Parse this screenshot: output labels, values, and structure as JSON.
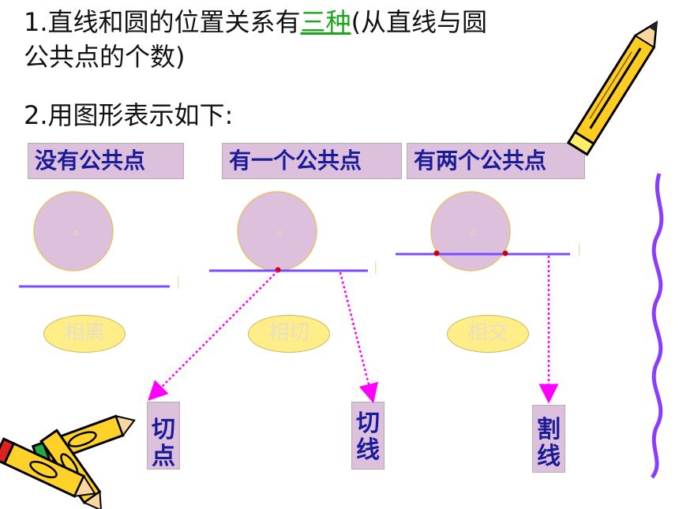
{
  "heading1": {
    "prefix": "1.直线和圆的位置关系有",
    "highlight": "三种",
    "suffix": "(从直线与圆",
    "line2": "公共点的个数)"
  },
  "heading2": "2.用图形表示如下:",
  "cases": [
    {
      "label": "没有公共点",
      "relation": "相离",
      "center": "o"
    },
    {
      "label": "有一个公共点",
      "relation": "相切",
      "center": "o"
    },
    {
      "label": "有两个公共点",
      "relation": "相交",
      "center": "o"
    }
  ],
  "terms": [
    {
      "chars": [
        "切",
        "点"
      ]
    },
    {
      "chars": [
        "切",
        "线"
      ]
    },
    {
      "chars": [
        "割",
        "线"
      ]
    }
  ],
  "line_marks": [
    "l",
    "l",
    "l"
  ],
  "colors": {
    "circle": "#dcc0dc",
    "line": "#7b4dff",
    "arrow": "#ff00ff",
    "dot": "#cc0000",
    "label_text": "#1a1a9a"
  },
  "decor": {
    "top_right": "pencil-icon",
    "bottom_left": "crayons-icon",
    "right_edge": "wavy-line"
  }
}
